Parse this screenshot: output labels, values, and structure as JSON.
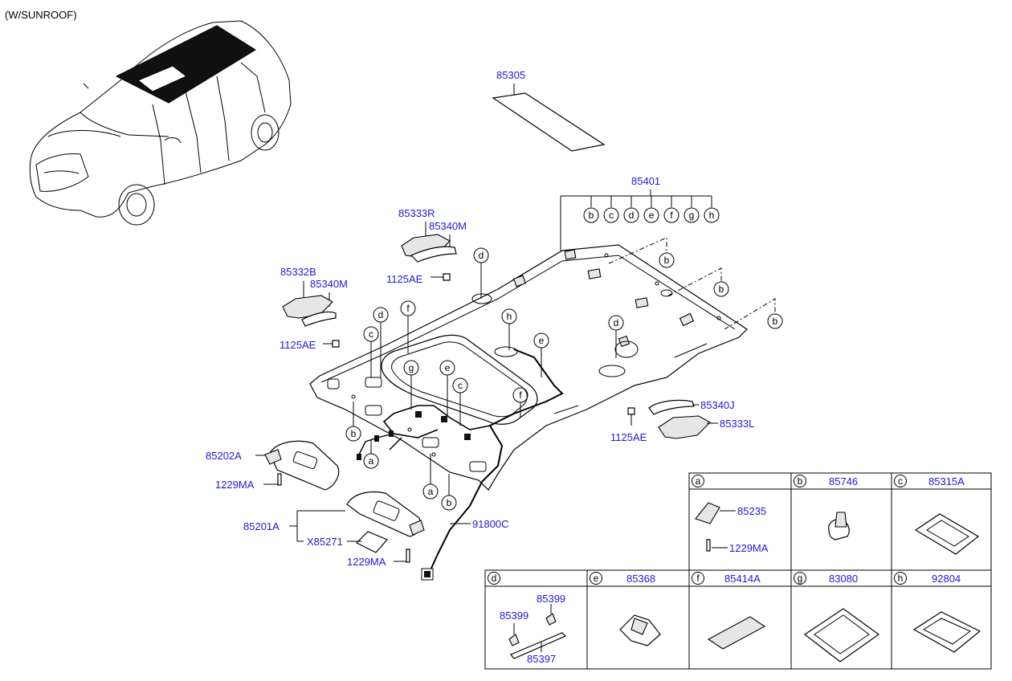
{
  "header_note": "(W/SUNROOF)",
  "callouts": {
    "p85305": "85305",
    "p85401": "85401",
    "p85333R": "85333R",
    "p85340M_top": "85340M",
    "p1125AE_top": "1125AE",
    "p85332B": "85332B",
    "p85340M_left": "85340M",
    "p1125AE_left": "1125AE",
    "p85340J": "85340J",
    "p85333L": "85333L",
    "p1125AE_right": "1125AE",
    "p85202A": "85202A",
    "p1229MA_left": "1229MA",
    "p85201A": "85201A",
    "pX85271": "X85271",
    "p1229MA_bottom": "1229MA",
    "p91800C": "91800C"
  },
  "letters": [
    "a",
    "b",
    "c",
    "d",
    "e",
    "f",
    "g",
    "h"
  ],
  "legend": {
    "cells": [
      {
        "letter": "a",
        "part": ""
      },
      {
        "letter": "b",
        "part": "85746"
      },
      {
        "letter": "c",
        "part": "85315A"
      },
      {
        "letter": "d",
        "part": ""
      },
      {
        "letter": "e",
        "part": "85368"
      },
      {
        "letter": "f",
        "part": "85414A"
      },
      {
        "letter": "g",
        "part": "83080"
      },
      {
        "letter": "h",
        "part": "92804"
      }
    ],
    "a_parts": {
      "top": "85235",
      "bottom": "1229MA"
    },
    "d_parts": {
      "top_right": "85399",
      "left": "85399",
      "bottom": "85397"
    }
  },
  "colors": {
    "part_number": "#1a1ad6",
    "line": "#000000"
  }
}
